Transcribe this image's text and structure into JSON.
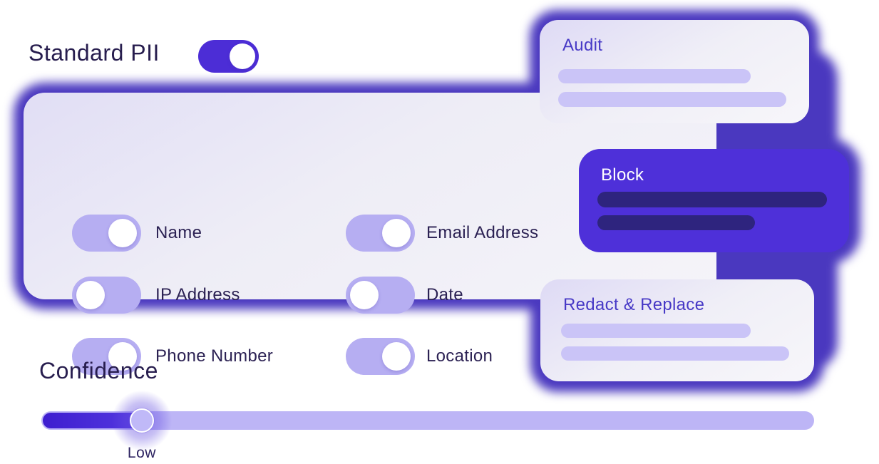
{
  "colors": {
    "accent_purple": "#4C2DD6",
    "glow_purple": "#4A38BF",
    "lavender_toggle": "#B6AEF2",
    "skeleton_light": "#CAC4F7",
    "skeleton_dark": "#2E247E",
    "heading_text": "#271D4E",
    "label_text": "#2B2153",
    "card_title_purple": "#4739C6",
    "slider_track": "#BDB5F6"
  },
  "header": {
    "title": "Standard PII",
    "toggle": {
      "name": "standard-pii",
      "on": true
    }
  },
  "pii_panel": {
    "toggles": [
      {
        "label": "Name",
        "on": true
      },
      {
        "label": "Email Address",
        "on": true
      },
      {
        "label": "IP Address",
        "on": false
      },
      {
        "label": "Date",
        "on": false
      },
      {
        "label": "Phone Number",
        "on": true
      },
      {
        "label": "Location",
        "on": true
      }
    ]
  },
  "action_cards": [
    {
      "title": "Audit",
      "variant": "light",
      "skeleton_lines": 2
    },
    {
      "title": "Block",
      "variant": "solid",
      "skeleton_lines": 2
    },
    {
      "title": "Redact & Replace",
      "variant": "light",
      "skeleton_lines": 2
    }
  ],
  "confidence": {
    "title": "Confidence",
    "value_label": "Low",
    "thumb_position_pct": 13
  }
}
